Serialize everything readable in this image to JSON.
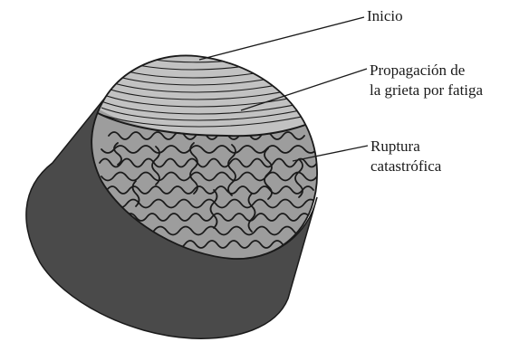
{
  "labels": {
    "inicio": "Inicio",
    "propagacion_line1": "Propagación de",
    "propagacion_line2": "la grieta por fatiga",
    "ruptura_line1": "Ruptura",
    "ruptura_line2": "catastrófica"
  },
  "colors": {
    "cylinder_body": "#4a4a4a",
    "fatigue_zone": "#c2c2c2",
    "rupture_zone": "#9d9d9d",
    "lines": "#1a1a1a"
  }
}
